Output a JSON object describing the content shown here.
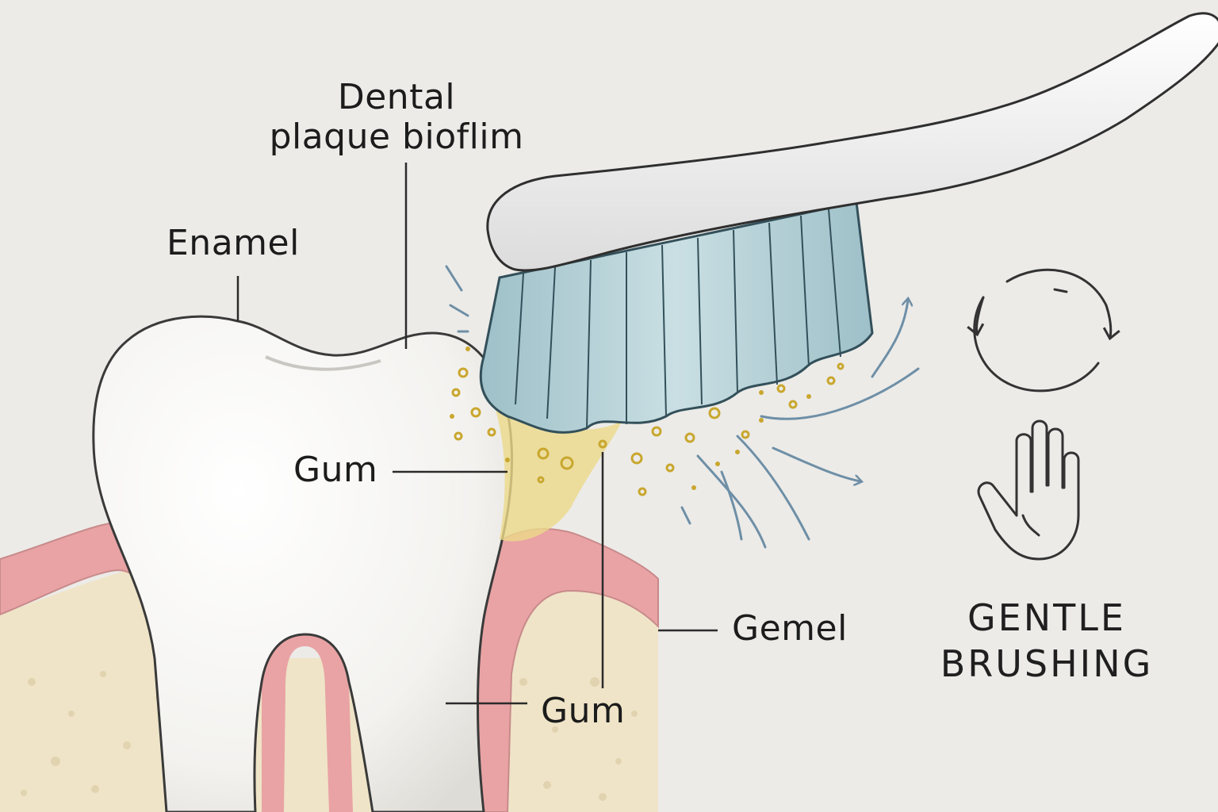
{
  "labels": {
    "plaque_line1": "Dental",
    "plaque_line2": "plaque bioflim",
    "enamel": "Enamel",
    "gum_upper": "Gum",
    "gemel": "Gemel",
    "gum_lower": "Gum"
  },
  "gentle": {
    "line1": "GENTLE",
    "line2": "BRUSHING"
  },
  "icons": {
    "rotation": "circular-arrows-icon",
    "hand": "open-hand-icon"
  },
  "colors": {
    "background": "#ecebe8",
    "gum": "#e9a3a4",
    "bone": "#efe4c7",
    "plaque": "#ecd98a",
    "bristles": "#a9c8cf",
    "line": "#2b2b2b"
  }
}
